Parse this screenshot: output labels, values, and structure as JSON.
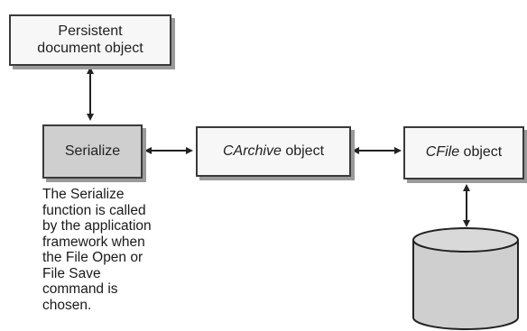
{
  "nodes": {
    "persistent_document": {
      "line1": "Persistent",
      "line2": "document object"
    },
    "serialize": {
      "label": "Serialize"
    },
    "carchive": {
      "italic": "CArchive",
      "rest": " object"
    },
    "cfile": {
      "italic": "CFile",
      "rest": " object"
    }
  },
  "caption": {
    "lines": [
      "The Serialize",
      "function is called",
      "by the application",
      "framework when",
      "the File Open or",
      "File Save",
      "command is",
      "chosen."
    ]
  }
}
